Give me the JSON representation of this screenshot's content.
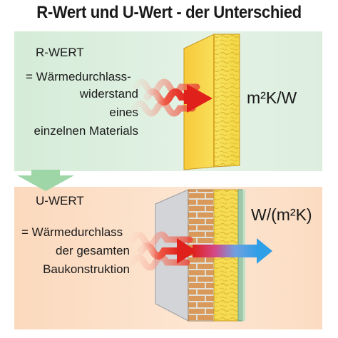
{
  "title": "R-Wert und U-Wert - der Unterschied",
  "r_section": {
    "heading": "R-WERT",
    "line1": "= Wärmedurchlass-",
    "line2": "widerstand",
    "line3": "eines",
    "line4": "einzelnen Materials",
    "unit": "m²K/W"
  },
  "u_section": {
    "heading": "U-WERT",
    "line1": "= Wärmedurchlass",
    "line2": "der gesamten",
    "line3": "Baukonstruktion",
    "unit": "W/(m²K)"
  },
  "colors": {
    "r_panel": "#dcefdf",
    "u_panel": "#fde2cb",
    "insulation": "#f7e14a",
    "brick": "#d69a5c",
    "heat_arrow": "#e62a1e",
    "cold_arrow": "#3aa6e8",
    "down_arrow": "#9fd6a8"
  }
}
